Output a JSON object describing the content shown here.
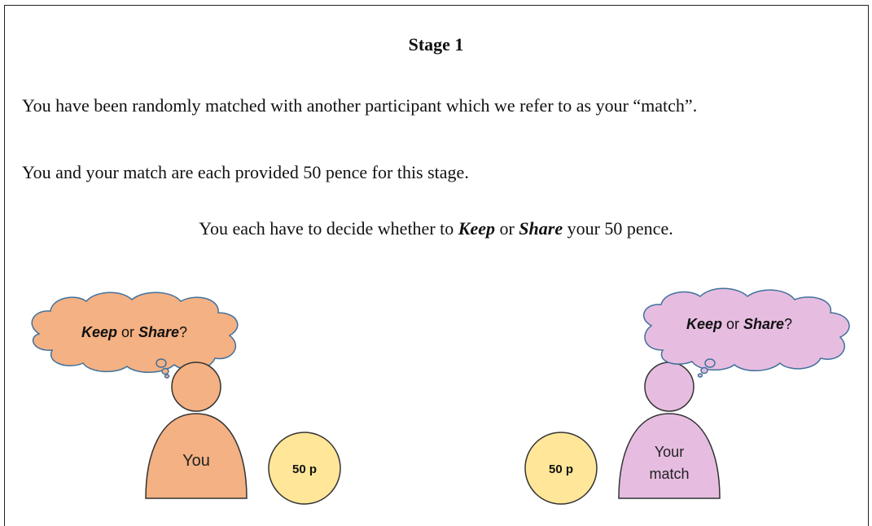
{
  "title": "Stage 1",
  "paragraphs": {
    "p1": "You have been randomly matched with another participant which we refer to as your “match”.",
    "p2": "You and your match are each provided 50 pence for this stage.",
    "p3_pre": "You each have to decide whether to ",
    "p3_keep": "Keep",
    "p3_mid": " or ",
    "p3_share": "Share",
    "p3_post": " your 50 pence."
  },
  "left_figure": {
    "thought_keep": "Keep",
    "thought_or": " or ",
    "thought_share": "Share",
    "thought_q": "?",
    "body_label": "You",
    "coin_label": "50 p",
    "color": "#f4b183"
  },
  "right_figure": {
    "thought_keep": "Keep",
    "thought_or": " or ",
    "thought_share": "Share",
    "thought_q": "?",
    "body_label_line1": "Your",
    "body_label_line2": "match",
    "coin_label": "50 p",
    "color": "#e6bde0"
  },
  "coin_color": "#ffe699"
}
